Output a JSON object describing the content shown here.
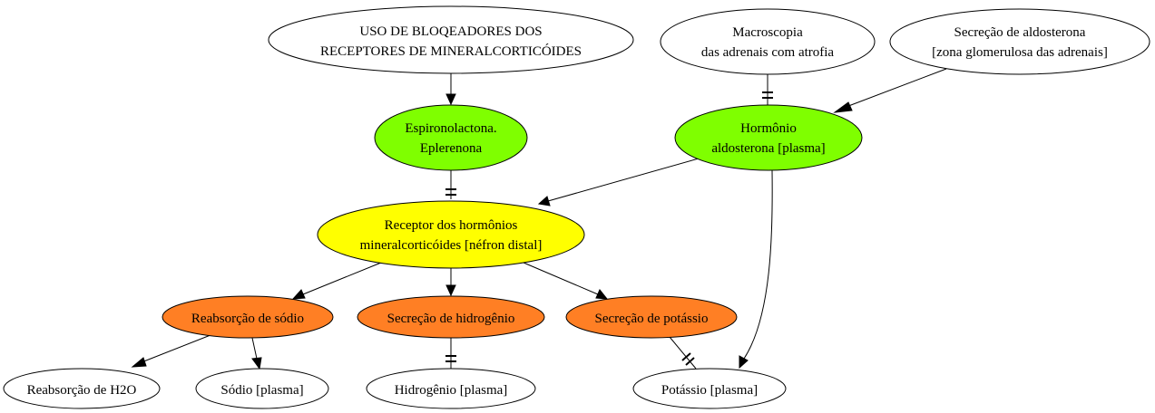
{
  "colors": {
    "white": "#ffffff",
    "green": "#7fff00",
    "yellow": "#ffff00",
    "orange": "#ff7f24",
    "stroke": "#000000"
  },
  "nodes": {
    "uso": {
      "lines": [
        "USO DE BLOQEADORES DOS",
        "RECEPTORES DE MINERALCORTICÓIDES"
      ]
    },
    "macro": {
      "lines": [
        "Macroscopia",
        "das adrenais com atrofia"
      ]
    },
    "secrecao_aldo": {
      "lines": [
        "Secreção de aldosterona",
        "[zona glomerulosa das adrenais]"
      ]
    },
    "espiro": {
      "lines": [
        "Espironolactona.",
        "Eplerenona"
      ]
    },
    "hormonio": {
      "lines": [
        "Hormônio",
        "aldosterona [plasma]"
      ]
    },
    "receptor": {
      "lines": [
        "Receptor dos hormônios",
        "mineralcorticóides [néfron distal]"
      ]
    },
    "reab_sodio": {
      "lines": [
        "Reabsorção de sódio"
      ]
    },
    "sec_hidro": {
      "lines": [
        "Secreção de hidrogênio"
      ]
    },
    "sec_potassio": {
      "lines": [
        "Secreção de potássio"
      ]
    },
    "reab_h2o": {
      "lines": [
        "Reabsorção de H2O"
      ]
    },
    "sodio_plasma": {
      "lines": [
        "Sódio [plasma]"
      ]
    },
    "hidro_plasma": {
      "lines": [
        "Hidrogênio [plasma]"
      ]
    },
    "potassio_plasma": {
      "lines": [
        "Potássio [plasma]"
      ]
    }
  }
}
